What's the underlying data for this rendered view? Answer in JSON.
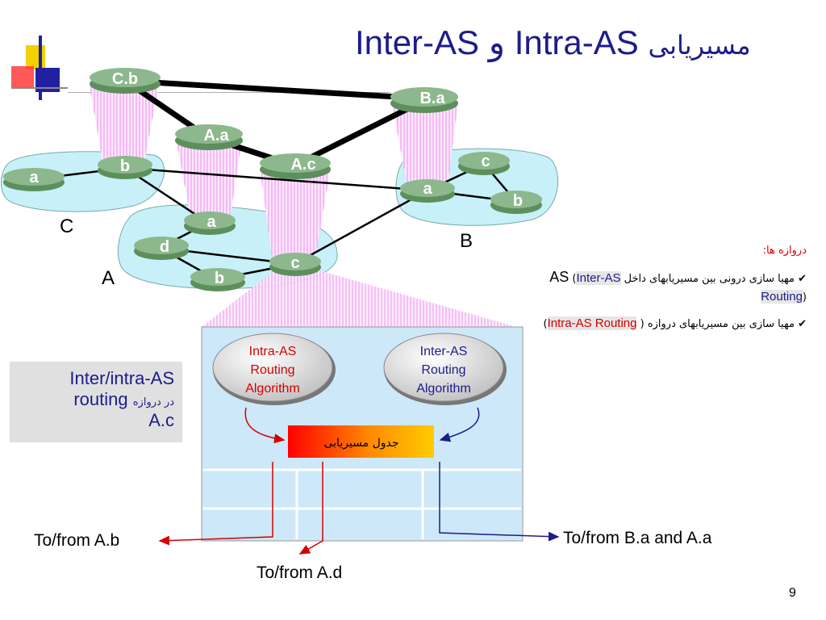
{
  "title": {
    "latin": "Inter-AS و Intra-AS",
    "farsi": "مسیریابی"
  },
  "routers": {
    "Cb": "C.b",
    "Ba": "B.a",
    "Aa_gw": "A.a",
    "Ac_gw": "A.c",
    "C_a": "a",
    "C_b": "b",
    "B_a": "a",
    "B_b": "b",
    "B_c": "c",
    "A_a": "a",
    "A_b": "b",
    "A_c": "c",
    "A_d": "d"
  },
  "as_labels": {
    "A": "A",
    "B": "B",
    "C": "C"
  },
  "legend": {
    "line1": "Inter/intra-AS",
    "line2_latin": "routing",
    "line2_farsi": "در دروازه",
    "line3": "A.c"
  },
  "gateway_notes": {
    "heading": "دروازه ها:",
    "item1_text": "مهیا سازی درونی بین مسیریابهای داخل",
    "item1_as": "AS",
    "item1_paren": "Inter-AS Routing",
    "item2_text": "مهیا سازی بین مسیریابهای  دروازه",
    "item2_paren": "Intra-AS Routing"
  },
  "algorithms": {
    "intra": [
      "Intra-AS",
      "Routing",
      "Algorithm"
    ],
    "inter": [
      "Inter-AS",
      "Routing",
      "Algorithm"
    ]
  },
  "routing_table_label": "جدول مسیریابی",
  "captions": {
    "Ab": "To/from A.b",
    "Ad": "To/from A.d",
    "BaAa": "To/from B.a and A.a"
  },
  "page_number": "9",
  "colors": {
    "title": "#1c1c8c",
    "router": "#8db88d",
    "cloud": "#c8f0f8",
    "box": "#cde8f8",
    "red": "#d40000"
  }
}
